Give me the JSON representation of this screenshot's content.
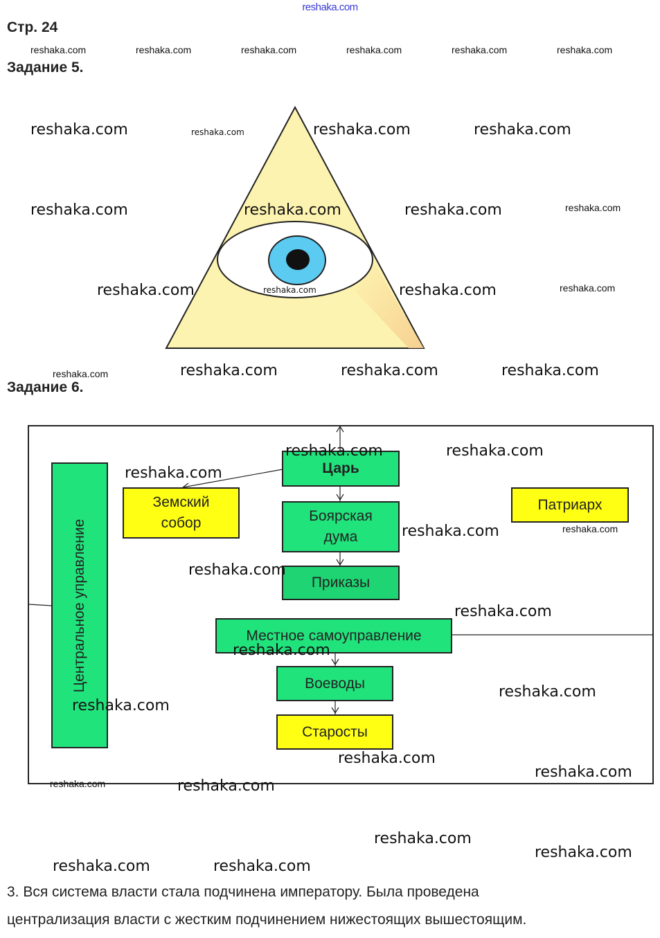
{
  "site_link": "reshaka.com",
  "page_heading": "Стр. 24",
  "task5": {
    "heading": "Задание 5."
  },
  "task6": {
    "heading": "Задание 6.",
    "diagram": {
      "central_label": "Центральное управление",
      "tsar": "Царь",
      "zemsky_sobor": [
        "Земский",
        "собор"
      ],
      "boyar_duma": [
        "Боярская",
        "дума"
      ],
      "prikazy": "Приказы",
      "patriarch": "Патриарх",
      "local_gov": "Местное самоуправление",
      "voevody": "Воеводы",
      "starosty": "Старосты"
    },
    "colors": {
      "green": "#21e37c",
      "yellow": "#ffff14",
      "pyramid": "#fdf3b0",
      "iris": "#5ccbf2"
    }
  },
  "answer_text": [
    "3. Вся система власти стала подчинена императору. Была проведена",
    "централизация власти с жестким подчинением нижестоящих вышестоящим."
  ],
  "watermark": "reshaka.com"
}
